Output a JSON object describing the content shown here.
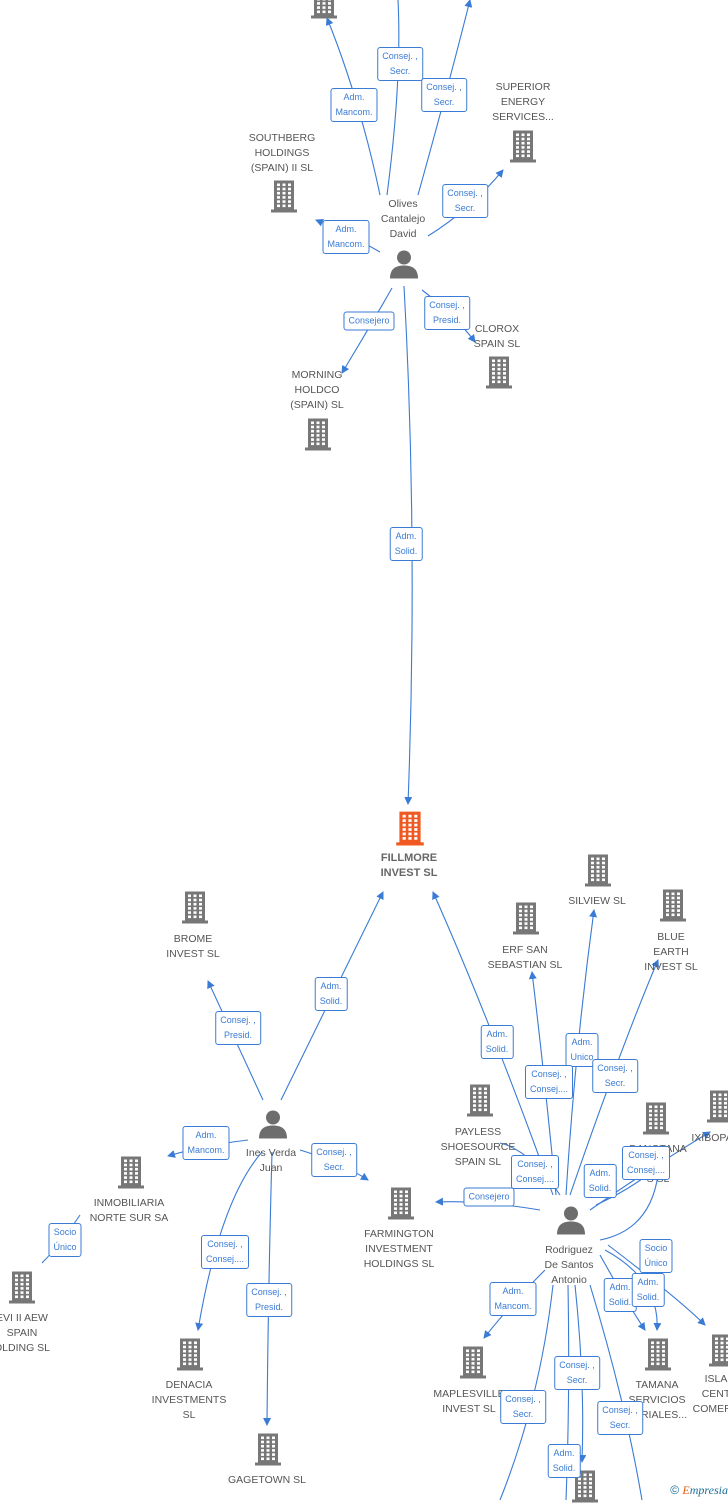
{
  "nodes": [
    {
      "id": "n-top",
      "label": ""
    },
    {
      "id": "superior",
      "label": "SUPERIOR\nENERGY\nSERVICES..."
    },
    {
      "id": "southberg",
      "label": "SOUTHBERG\nHOLDINGS\n(SPAIN) II  SL"
    },
    {
      "id": "clorox",
      "label": "CLOROX\nSPAIN SL"
    },
    {
      "id": "morning",
      "label": "MORNING\nHOLDCO\n(SPAIN)  SL"
    },
    {
      "id": "fillmore",
      "label": "FILLMORE\nINVEST  SL",
      "focus": true
    },
    {
      "id": "brome",
      "label": "BROME\nINVEST  SL"
    },
    {
      "id": "silview",
      "label": "SILVIEW  SL"
    },
    {
      "id": "erf",
      "label": "ERF SAN\nSEBASTIAN  SL"
    },
    {
      "id": "blueearth",
      "label": "BLUE EARTH\nINVEST  SL"
    },
    {
      "id": "payless",
      "label": "PAYLESS\nSHOESOURCE\nSPAIN SL"
    },
    {
      "id": "danotana",
      "label": "DANOTANA\nS Y\nS  SL"
    },
    {
      "id": "ixibopa",
      "label": "IXIBOPA"
    },
    {
      "id": "inmobiliaria",
      "label": "INMOBILIARIA\nNORTE SUR SA"
    },
    {
      "id": "farmington",
      "label": "FARMINGTON\nINVESTMENT\nHOLDINGS  SL"
    },
    {
      "id": "aew",
      "label": "EVI II AEW\nSPAIN\nOLDING  SL"
    },
    {
      "id": "denacia",
      "label": "DENACIA\nINVESTMENTS\nSL"
    },
    {
      "id": "gagetown",
      "label": "GAGETOWN  SL"
    },
    {
      "id": "maplesville",
      "label": "MAPLESVILLE\nINVEST  SL"
    },
    {
      "id": "tamana",
      "label": "TAMANA\nSERVICIOS\nSARIALES..."
    },
    {
      "id": "isla",
      "label": "ISLA\nCENT\nCOMERC"
    },
    {
      "id": "bottom",
      "label": ""
    }
  ],
  "persons": [
    {
      "id": "olives",
      "label": "Olives\nCantalejo\nDavid"
    },
    {
      "id": "ines",
      "label": "Ines Verda\nJuan"
    },
    {
      "id": "rodriguez",
      "label": "Rodriguez\nDe Santos\nAntonio"
    }
  ],
  "relations": [
    {
      "id": "r1",
      "text": "Consej. ,\nSecr."
    },
    {
      "id": "r2",
      "text": "Adm.\nMancom."
    },
    {
      "id": "r3",
      "text": "Consej. ,\nSecr."
    },
    {
      "id": "r4",
      "text": "Consej. ,\nSecr."
    },
    {
      "id": "r5",
      "text": "Adm.\nMancom."
    },
    {
      "id": "r6",
      "text": "Consejero"
    },
    {
      "id": "r7",
      "text": "Consej. ,\nPresid."
    },
    {
      "id": "r8",
      "text": "Adm.\nSolid."
    },
    {
      "id": "r9",
      "text": "Consej. ,\nPresid."
    },
    {
      "id": "r10",
      "text": "Adm.\nSolid."
    },
    {
      "id": "r11",
      "text": "Adm.\nMancom."
    },
    {
      "id": "r12",
      "text": "Consej. ,\nSecr."
    },
    {
      "id": "r13",
      "text": "Socio\nÚnico"
    },
    {
      "id": "r14",
      "text": "Consej. ,\nConsej...."
    },
    {
      "id": "r15",
      "text": "Consej. ,\nPresid."
    },
    {
      "id": "r16",
      "text": "Adm.\nSolid."
    },
    {
      "id": "r17",
      "text": "Adm.\nUnico"
    },
    {
      "id": "r18",
      "text": "Consej. ,\nConsej...."
    },
    {
      "id": "r19",
      "text": "Consej. ,\nSecr."
    },
    {
      "id": "r20",
      "text": "Consej. ,\nConsej...."
    },
    {
      "id": "r21",
      "text": "Adm.\nSolid."
    },
    {
      "id": "r22",
      "text": "Consej. ,\nConsej...."
    },
    {
      "id": "r23",
      "text": "Consejero"
    },
    {
      "id": "r24",
      "text": "Socio\nÚnico"
    },
    {
      "id": "r25",
      "text": "Adm.\nSolid."
    },
    {
      "id": "r26",
      "text": "Adm.\nSolid."
    },
    {
      "id": "r27",
      "text": "Adm.\nMancom."
    },
    {
      "id": "r28",
      "text": "Consej. ,\nSecr."
    },
    {
      "id": "r29",
      "text": "Consej. ,\nSecr."
    },
    {
      "id": "r30",
      "text": "Consej. ,\nSecr."
    },
    {
      "id": "r31",
      "text": "Adm.\nSolid."
    }
  ],
  "footer": {
    "copyright": "©",
    "brand_first": "E",
    "brand_rest": "mpresia"
  },
  "colors": {
    "edge": "#3a7bd5",
    "building": "#777777",
    "focus": "#f05a22",
    "person": "#6d6d6d"
  }
}
